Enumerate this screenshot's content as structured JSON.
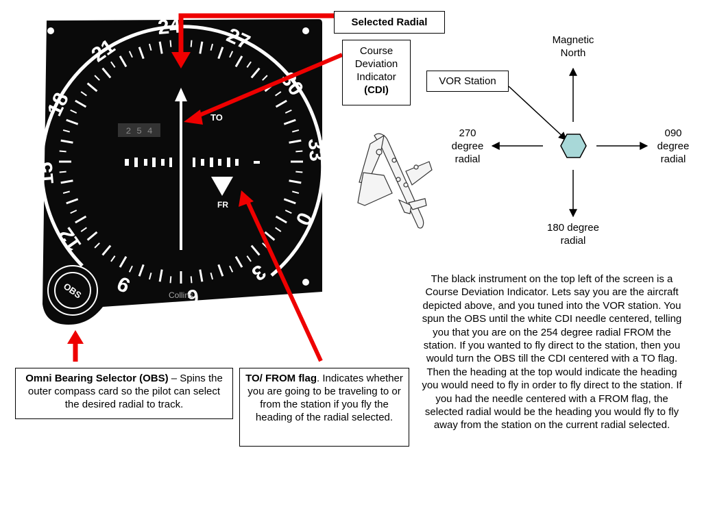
{
  "labels": {
    "selected_radial": "Selected Radial",
    "cdi_line1": "Course",
    "cdi_line2": "Deviation",
    "cdi_line3": "Indicator",
    "cdi_line4": "(CDI)",
    "vor_station": "VOR Station",
    "magnetic_north_line1": "Magnetic",
    "magnetic_north_line2": "North",
    "radial_270_line1": "270",
    "radial_270_line2": "degree",
    "radial_270_line3": "radial",
    "radial_090_line1": "090",
    "radial_090_line2": "degree",
    "radial_090_line3": "radial",
    "radial_180_line1": "180 degree",
    "radial_180_line2": "radial"
  },
  "obs_box": {
    "title": "Omni Bearing Selector (OBS)",
    "text": " – Spins the outer compass card so the pilot can select the desired radial to track."
  },
  "tofrom_box": {
    "title": "TO/ FROM flag",
    "text": ".  Indicates whether you are going to be traveling to or from the station if you fly the heading of the radial selected."
  },
  "paragraph": "The black instrument on the top left of the screen is a Course Deviation Indicator.  Lets say you are the aircraft depicted above, and you tuned into the VOR station.  You spun the OBS until the white CDI needle centered, telling you that you are on the 254 degree radial FROM the station.  If you wanted to fly direct to the station, then you would turn the OBS till the CDI centered with a TO flag.  Then the heading at the top would indicate the heading you would need to fly in order to fly direct to the station.  If you had the needle centered with a FROM flag, the selected radial would be the heading you would fly to fly away from the station on the current radial selected.",
  "instrument": {
    "compass_labels": [
      "24",
      "27",
      "30",
      "33",
      "0",
      "3",
      "6",
      "9",
      "12",
      "15",
      "18",
      "21"
    ],
    "to_flag": "TO",
    "from_flag": "FR",
    "obs_knob": "OBS",
    "brand": "Collins",
    "readout": "2 5 4"
  },
  "colors": {
    "arrow_red": "#ee0000",
    "bezel_black": "#0a0a0a",
    "vor_fill": "#a8d8d8"
  }
}
